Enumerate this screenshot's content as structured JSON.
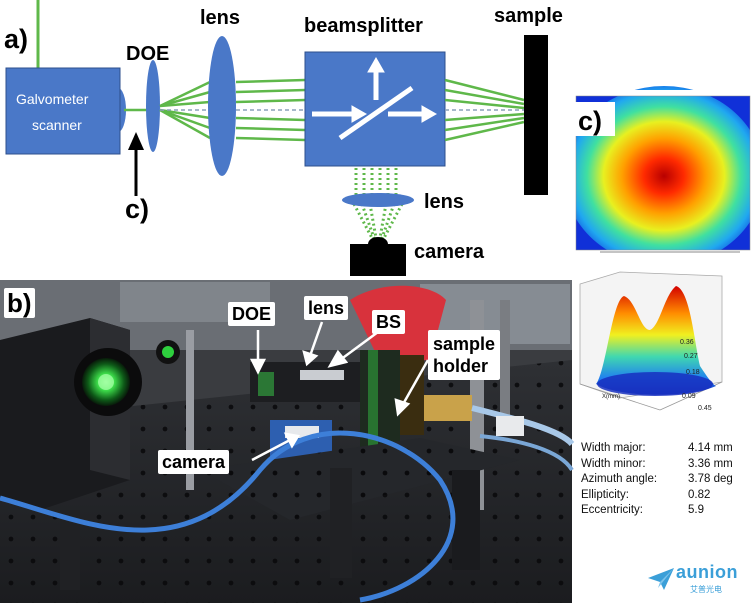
{
  "panel_labels": {
    "a": "a)",
    "b": "b)",
    "c_top": "c)",
    "c_arrow": "c)"
  },
  "schematic": {
    "galvo": "Galvometer scanner",
    "doe": "DOE",
    "lens_top": "lens",
    "beamsplitter": "beamsplitter",
    "sample": "sample",
    "lens_bottom": "lens",
    "camera": "camera"
  },
  "photo_labels": {
    "doe": "DOE",
    "lens": "lens",
    "bs": "BS",
    "sample_holder_1": "sample",
    "sample_holder_2": "holder",
    "camera": "camera"
  },
  "plot3d": {
    "ticks": [
      "0.36",
      "0.27",
      "0.18",
      "0.09",
      "0.45"
    ],
    "axis_label": "X(mm)"
  },
  "measurements": [
    {
      "label": "Width major:",
      "value": "4.14 mm"
    },
    {
      "label": "Width minor:",
      "value": "3.36 mm"
    },
    {
      "label": "Azimuth angle:",
      "value": "3.78 deg"
    },
    {
      "label": "Ellipticity:",
      "value": "0.82"
    },
    {
      "label": "Eccentricity:",
      "value": "5.9"
    }
  ],
  "brand": {
    "name": "aunion",
    "sub": "艾普光电"
  },
  "colors": {
    "component_blue": "#4a78c8",
    "beam_green": "#5fb84a",
    "photo_green": "#35d04a"
  }
}
